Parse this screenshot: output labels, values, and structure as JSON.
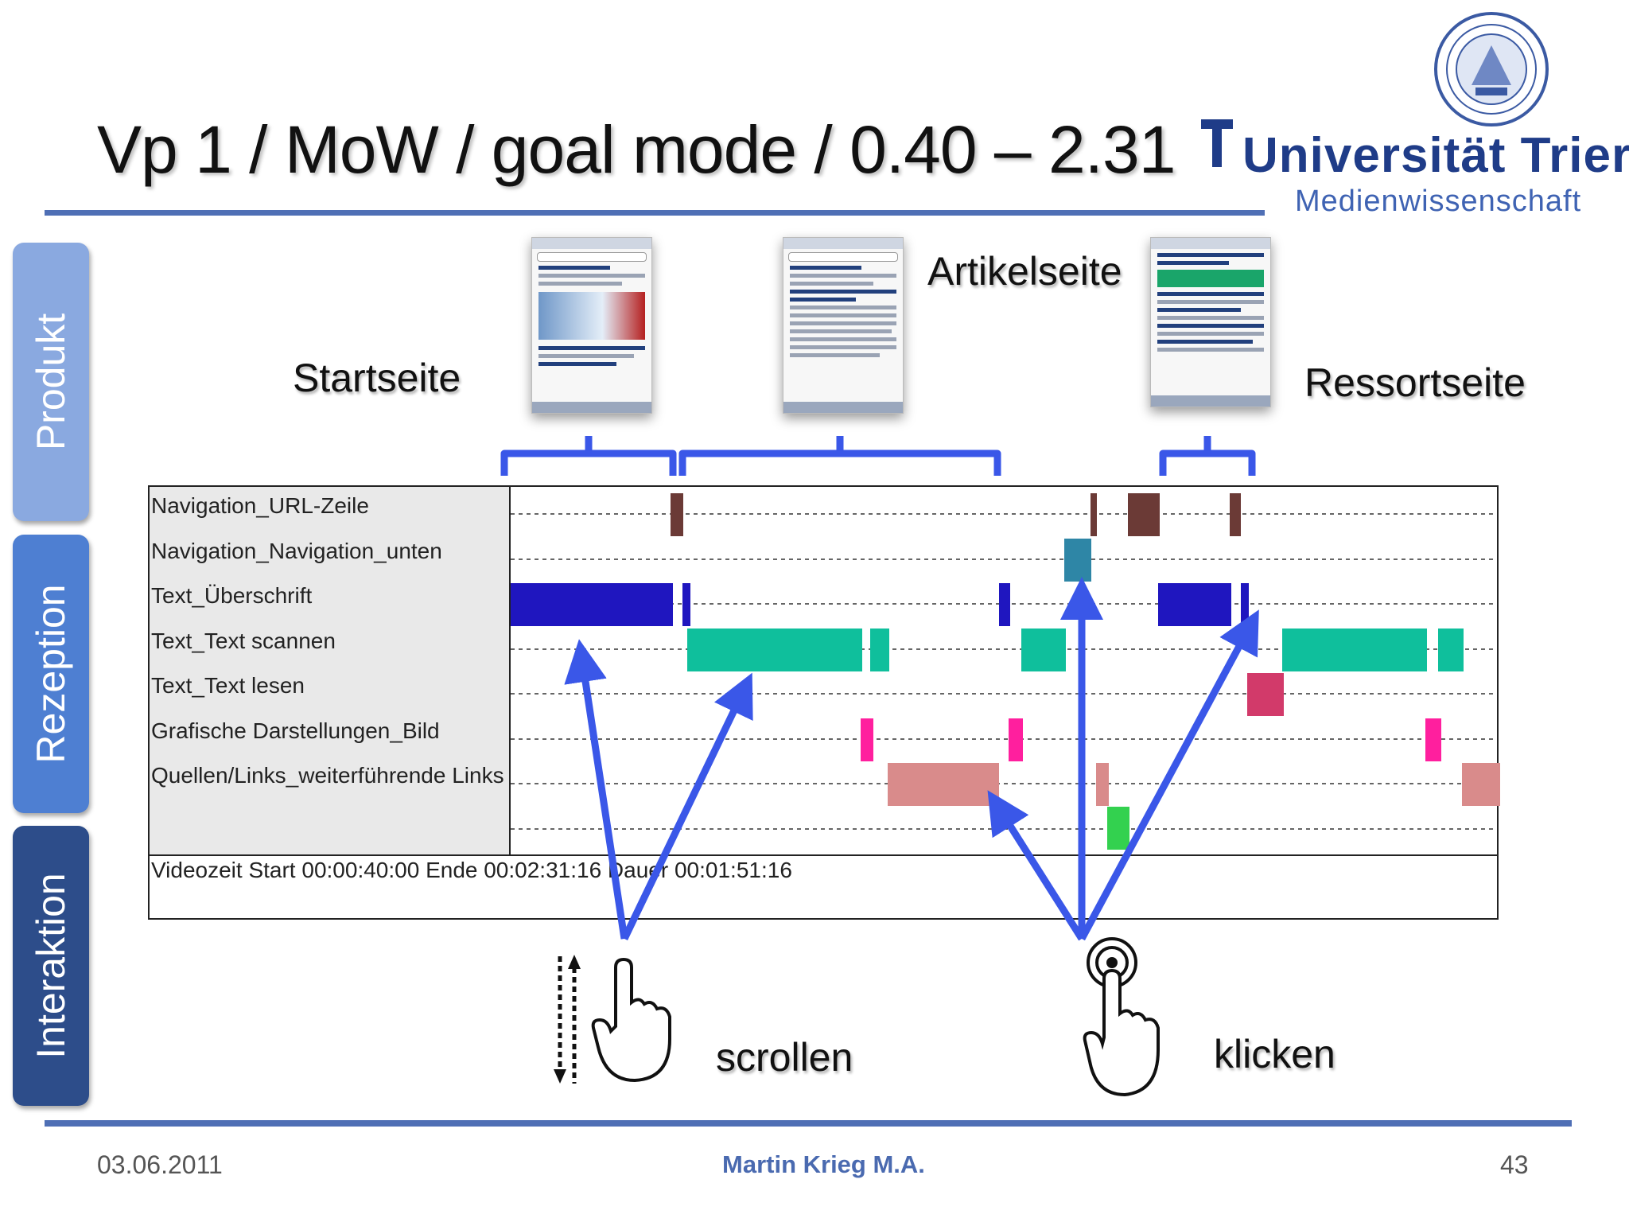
{
  "slide": {
    "title": "Vp 1 / MoW / goal mode / 0.40 – 2.31",
    "university_name": "Universität Trier",
    "university_department": "Medienwissenschaft"
  },
  "side_tabs": [
    {
      "label": "Produkt",
      "color": "#8aa9e0"
    },
    {
      "label": "Rezeption",
      "color": "#4e7fd2"
    },
    {
      "label": "Interaktion",
      "color": "#2d4d8a"
    }
  ],
  "pages": {
    "start": "Startseite",
    "article": "Artikelseite",
    "section": "Ressortseite"
  },
  "chart": {
    "rows": [
      "Navigation_URL-Zeile",
      "Navigation_Navigation_unten",
      "Text_Überschrift",
      "Text_Text scannen",
      "Text_Text lesen",
      "Grafische Darstellungen_Bild",
      "Quellen/Links_weiterführende Links",
      ""
    ],
    "time_info": "Videozeit Start 00:00:40:00  Ende 00:02:31:16  Dauer 00:01:51:16",
    "colors": {
      "nav_url": "#6b3a36",
      "nav_unten": "#2e86a6",
      "ueberschrift": "#1f16bf",
      "scannen": "#0fbf9c",
      "lesen": "#d23a6a",
      "bild": "#ff1f9e",
      "links": "#d98b8b",
      "other": "#33d14f",
      "bracket": "#3a57e8",
      "arrow": "#3a57e8"
    }
  },
  "interactions": {
    "scroll": "scrollen",
    "click": "klicken"
  },
  "footer": {
    "date": "03.06.2011",
    "author": "Martin Krieg  M.A.",
    "page": "43"
  }
}
